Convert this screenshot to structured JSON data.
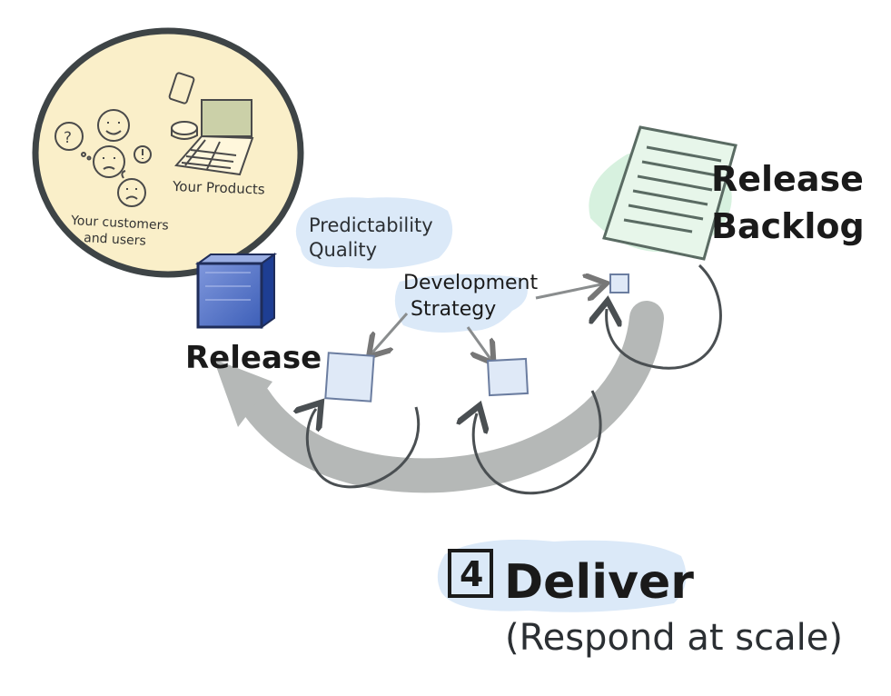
{
  "scene": {
    "bubble": {
      "customers_label": "Your customers and users",
      "customers_line1": "Your customers",
      "customers_line2": "and users",
      "products_label": "Your Products"
    },
    "release_label": "Release",
    "release_backlog_line1": "Release",
    "release_backlog_line2": "Backlog",
    "predictability_line1": "Predictability",
    "predictability_line2": "Quality",
    "strategy_line1": "Development",
    "strategy_line2": "Strategy",
    "step_number": "4",
    "step_title": "Deliver",
    "step_subtitle": "(Respond at scale)"
  },
  "colors": {
    "bubble_fill": "#faefc9",
    "bubble_stroke": "#3e4446",
    "gray_arrow": "#b5b8b7",
    "blue_highlight": "#dbe9f8",
    "backlog_fill": "#cdeed7",
    "release_cube": "#4a6cc1",
    "iteration_square": "#dfe9f7"
  }
}
